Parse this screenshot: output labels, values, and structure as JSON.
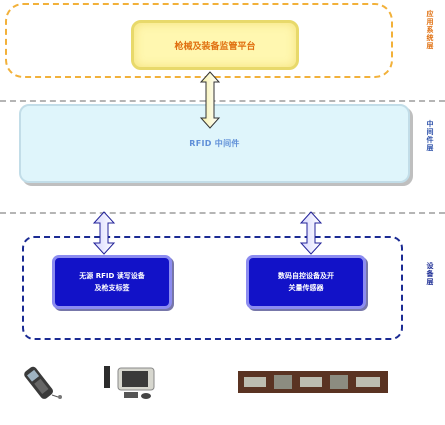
{
  "layers": {
    "application": {
      "label": "应用系统层"
    },
    "middleware": {
      "label": "中间件层"
    },
    "device": {
      "label": "设备层"
    }
  },
  "nodes": {
    "platform": {
      "label": "枪械及装备监管平台"
    },
    "middleware": {
      "label": "RFID 中间件"
    },
    "reader": {
      "line1": "无源 RFID 读写设备",
      "line2": "及枪支标签"
    },
    "sensor": {
      "line1": "数码自控设备及开",
      "line2": "关量传感器"
    }
  },
  "colors": {
    "app_border": "#f2b13a",
    "platform_text": "#e07010",
    "middleware_text": "#5f8fd8",
    "device_fill": "#1212c8",
    "device_border": "#1b2b93",
    "layer_label_app": "#e07010",
    "layer_label_mw": "#2b4fa8",
    "layer_label_dev": "#1b2b93"
  },
  "icons": [
    "handheld-reader-icon",
    "desktop-reader-icon",
    "rfid-tag-strip-icon"
  ]
}
